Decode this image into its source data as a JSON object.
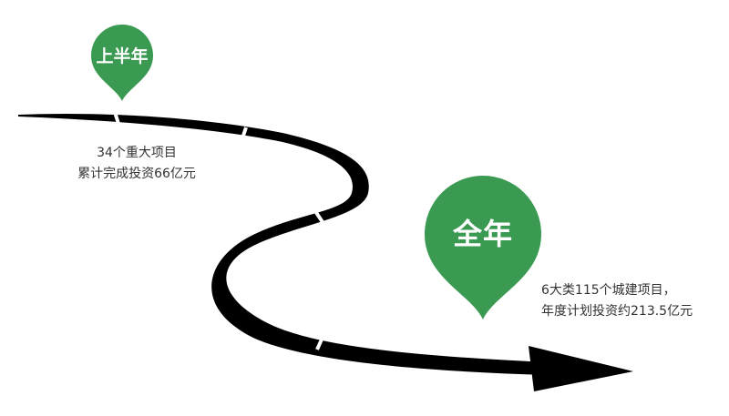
{
  "milestones": {
    "first_half": {
      "pin_label": "上半年",
      "lines": [
        "34个重大项目",
        "累计完成投资66亿元"
      ]
    },
    "full_year": {
      "pin_label": "全年",
      "lines": [
        "6大类115个城建项目，",
        "年度计划投资约213.5亿元"
      ]
    }
  },
  "colors": {
    "pin": "#3a9a52",
    "road": "#000000",
    "text": "#333333"
  }
}
